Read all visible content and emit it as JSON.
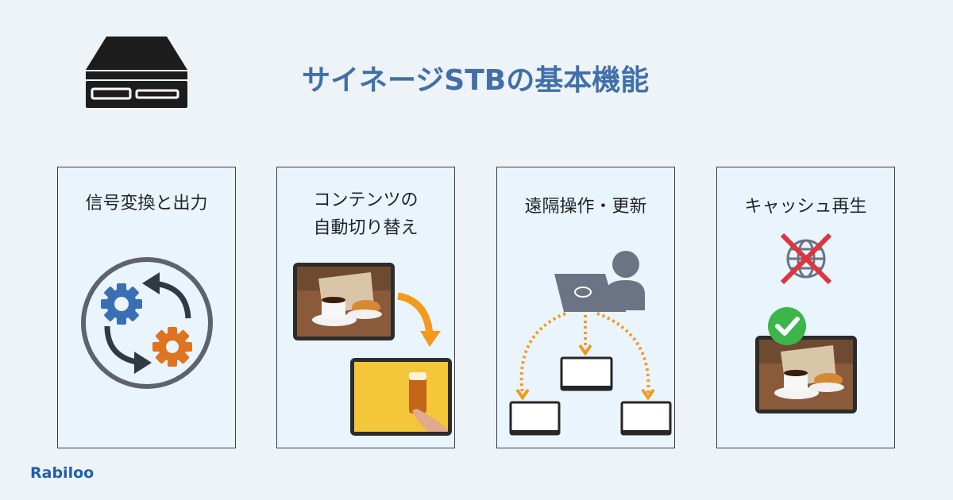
{
  "header": {
    "title": "サイネージSTBの基本機能"
  },
  "cards": [
    {
      "title_lines": [
        "信号変換と出力"
      ]
    },
    {
      "title_lines": [
        "コンテンツの",
        "自動切り替え"
      ]
    },
    {
      "title_lines": [
        "遠隔操作・更新"
      ]
    },
    {
      "title_lines": [
        "キャッシュ再生"
      ]
    }
  ],
  "brand": {
    "logo_text": "Rabiloo"
  },
  "colors": {
    "title": "#4170a8",
    "gear_blue": "#3b6fb3",
    "gear_orange": "#e0731f",
    "arrow_orange": "#f29a1a",
    "no_network": "#e0343f",
    "ok_green": "#3cb54a"
  }
}
